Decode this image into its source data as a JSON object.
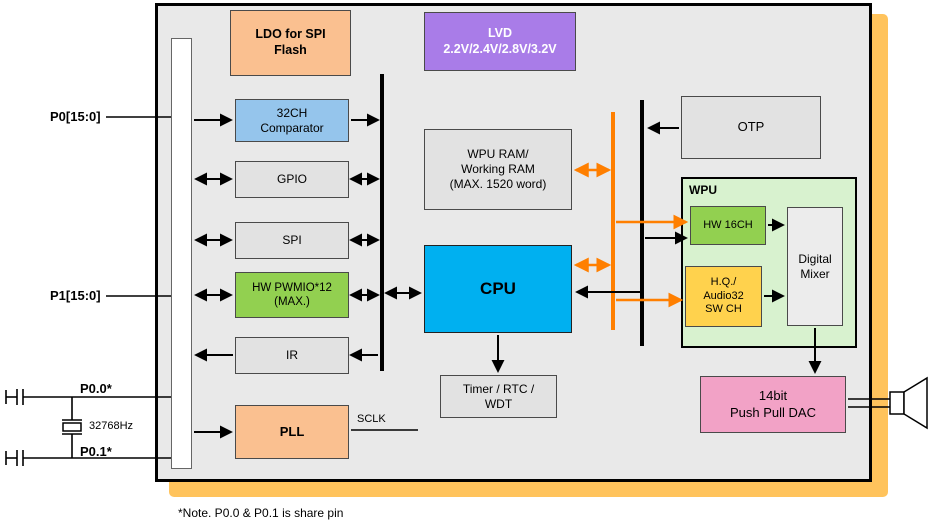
{
  "colors": {
    "shadow": "#FFC35C",
    "panel": "#E9E9E9",
    "orange": "#FF7F00",
    "ldo": "#FAC090",
    "lvd": "#A97CE8",
    "comparator": "#95C5EC",
    "gray": "#E2E2E2",
    "green": "#92D050",
    "cpu": "#00B0F0",
    "wpu": "#D8F2CF",
    "yellow": "#FFD24D",
    "mixer": "#ECECEC",
    "dac": "#F2A2C6"
  },
  "blocks": {
    "ldo": "LDO for SPI\nFlash",
    "lvd": "LVD\n2.2V/2.4V/2.8V/3.2V",
    "comparator": "32CH\nComparator",
    "gpio": "GPIO",
    "spi": "SPI",
    "pwmio": "HW PWMIO*12\n(MAX.)",
    "ir": "IR",
    "pll": "PLL",
    "wpu_ram": "WPU RAM/\nWorking RAM\n(MAX. 1520 word)",
    "cpu": "CPU",
    "timer": "Timer / RTC /\nWDT",
    "otp": "OTP",
    "wpu": "WPU",
    "hw16ch": "HW 16CH",
    "audio32": "H.Q./\nAudio32\nSW CH",
    "mixer": "Digital\nMixer",
    "dac": "14bit\nPush Pull DAC"
  },
  "pins": {
    "p0": "P0[15:0]",
    "p1": "P1[15:0]",
    "p00": "P0.0*",
    "p01": "P0.1*"
  },
  "labels": {
    "sclk": "SCLK",
    "crystal": "32768Hz",
    "note": "*Note. P0.0 & P0.1 is share pin"
  }
}
